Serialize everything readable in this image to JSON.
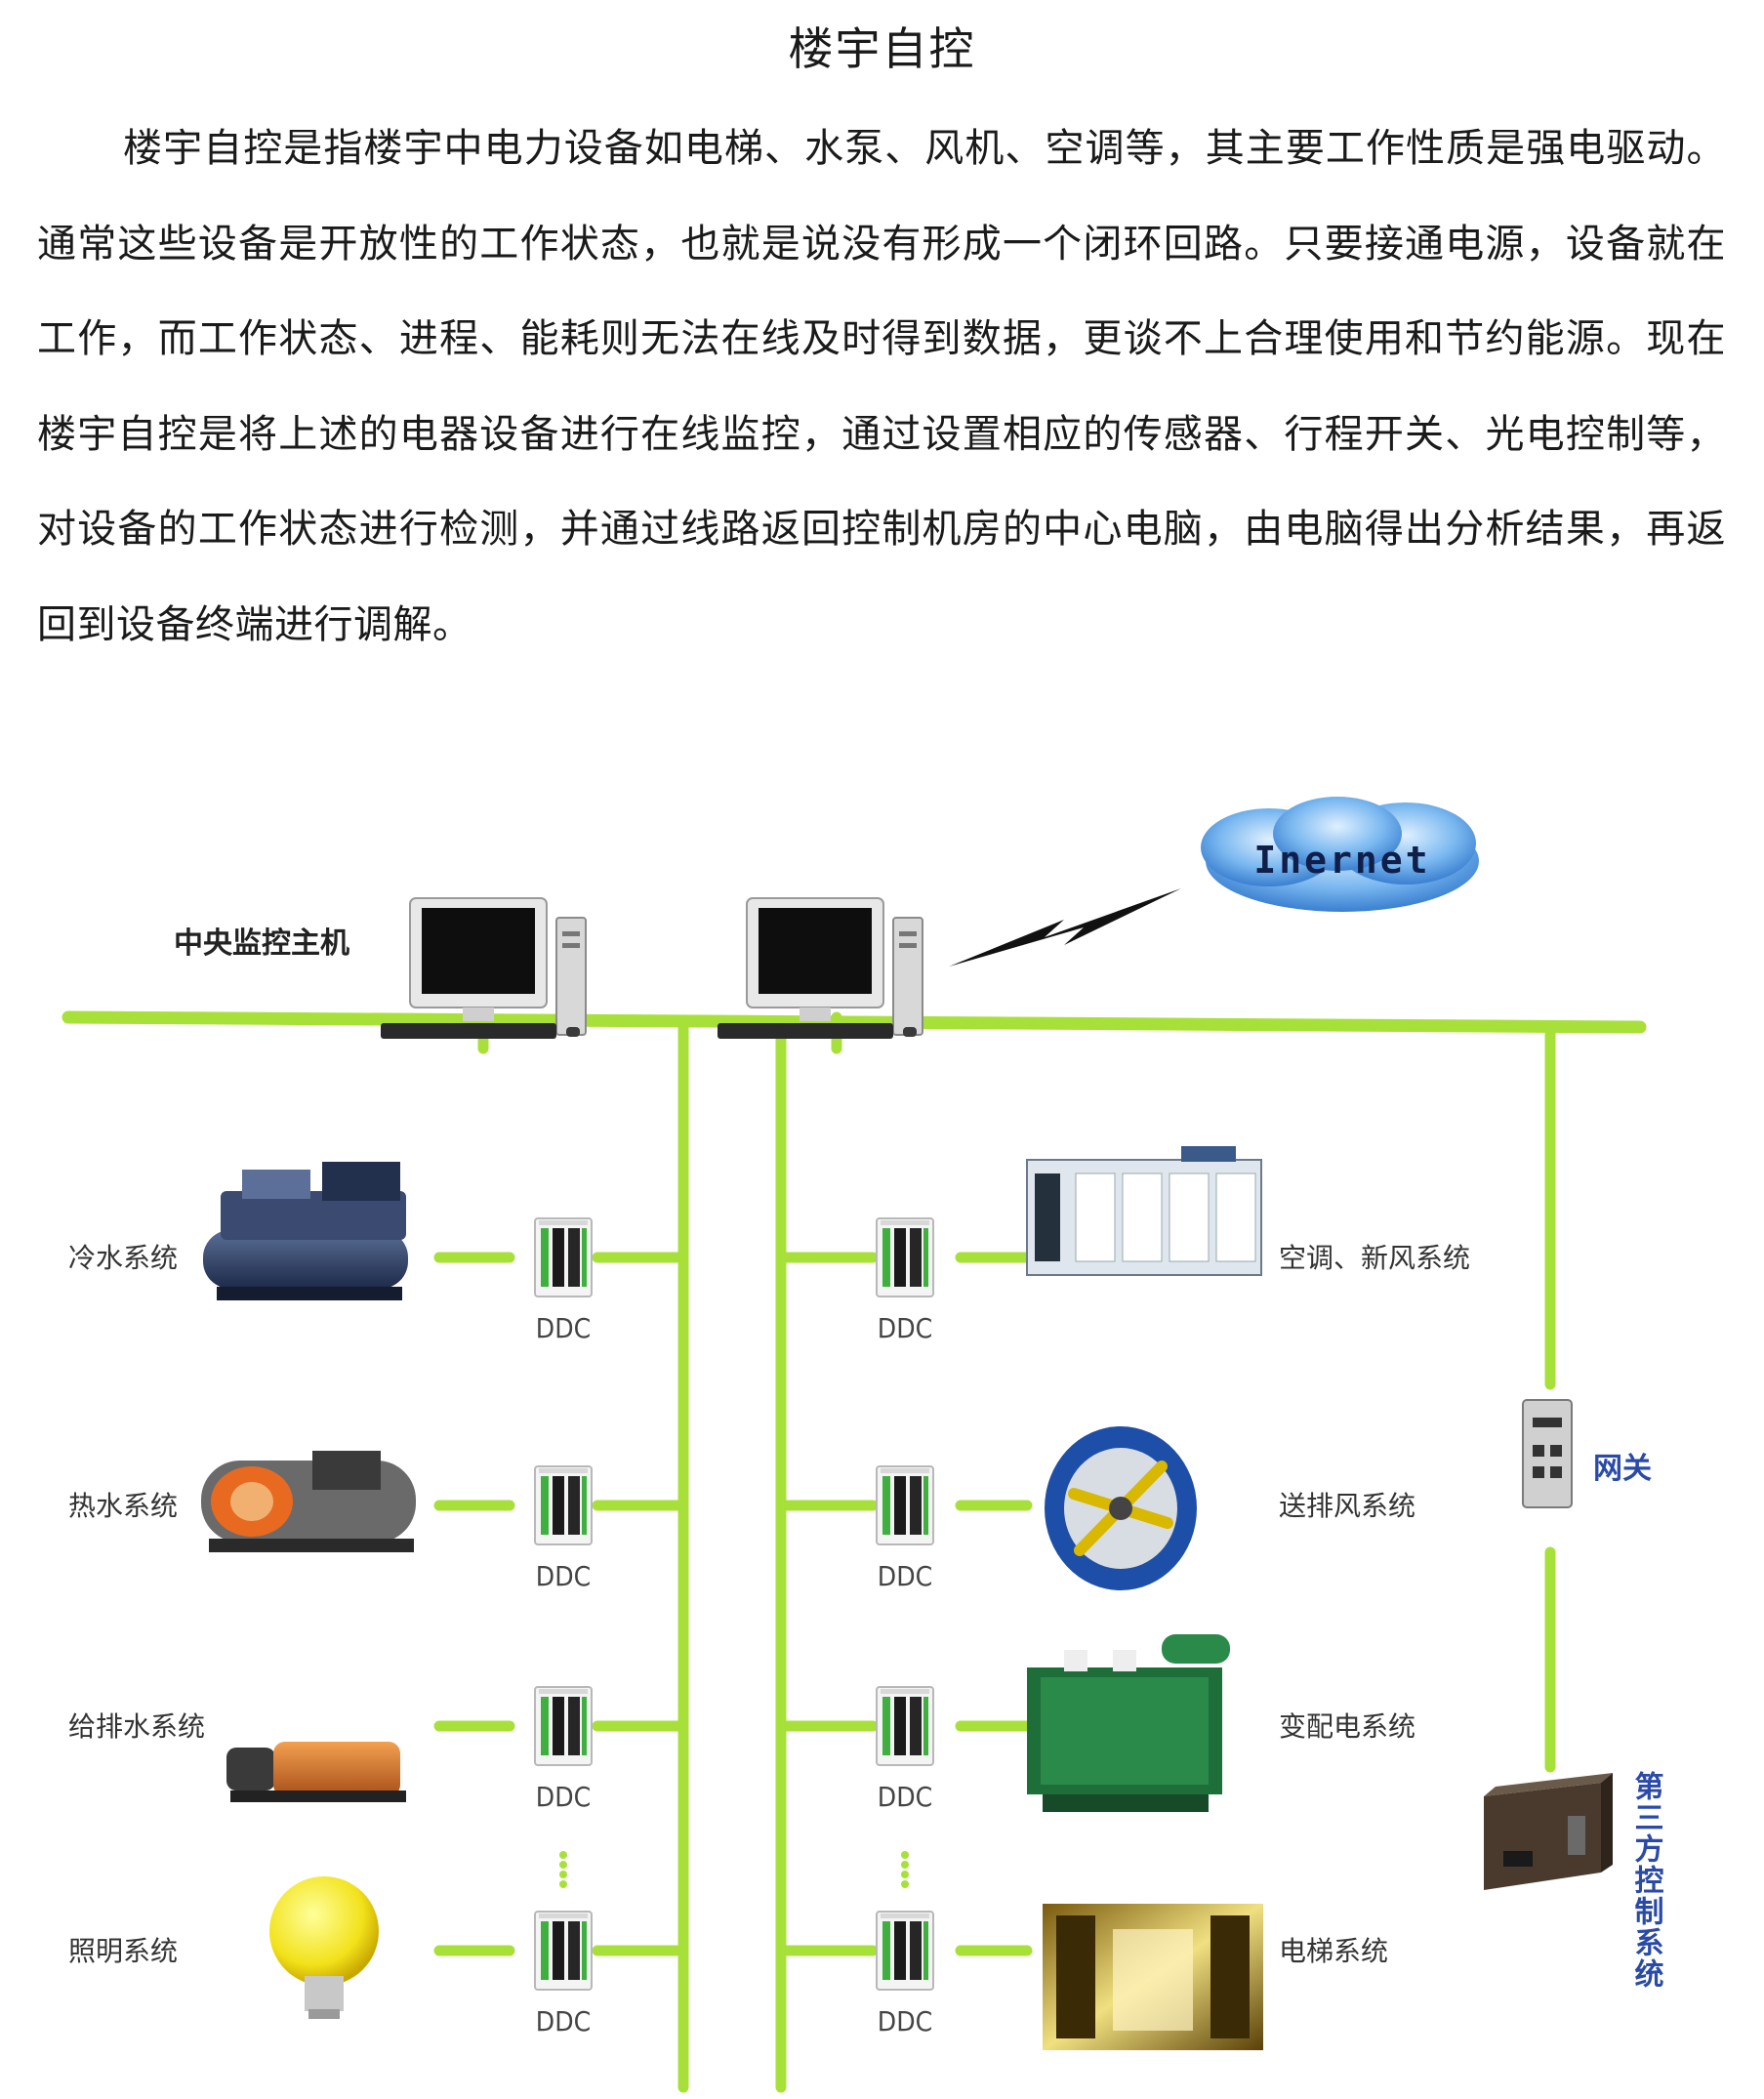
{
  "document": {
    "title": "楼宇自控",
    "paragraph": "楼宇自控是指楼宇中电力设备如电梯、水泵、风机、空调等，其主要工作性质是强电驱动。通常这些设备是开放性的工作状态，也就是说没有形成一个闭环回路。只要接通电源，设备就在工作，而工作状态、进程、能耗则无法在线及时得到数据，更谈不上合理使用和节约能源。现在楼宇自控是将上述的电器设备进行在线监控，通过设置相应的传感器、行程开关、光电控制等，对设备的工作状态进行检测，并通过线路返回控制机房的中心电脑，由电脑得出分析结果，再返回到设备终端进行调解。"
  },
  "diagram": {
    "host_label": "中央监控主机",
    "internet_label": "Inernet",
    "ddc_label": "DDC",
    "left_systems": [
      "冷水系统",
      "热水系统",
      "给排水系统",
      "照明系统"
    ],
    "right_systems": [
      "空调、新风系统",
      "送排风系统",
      "变配电系统",
      "电梯系统"
    ],
    "gateway_label": "网关",
    "third_party_label": "第三方控制系统",
    "colors": {
      "bus": "#a8e03a",
      "cloud": "#4a90e2",
      "label_blue": "#2a4aa8"
    }
  }
}
